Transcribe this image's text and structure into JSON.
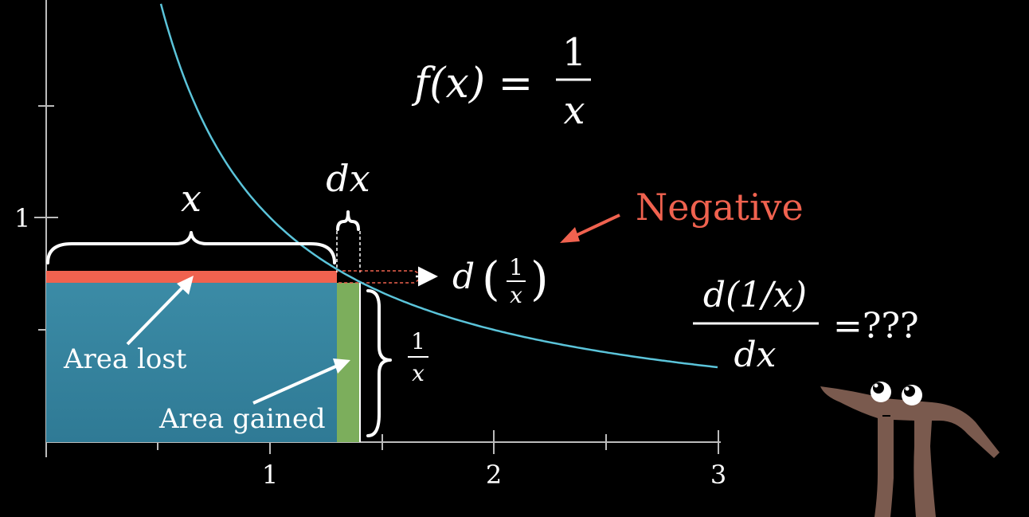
{
  "colors": {
    "background": "#000000",
    "axis": "#bbbbbb",
    "curve": "#5bc4da",
    "area_fill": "#3d8aa4",
    "area_lost": "#f0624f",
    "area_gained": "#7cae5c",
    "negative": "#f0624f",
    "text": "#ffffff",
    "pi_body": "#7a5a4e"
  },
  "function_label": {
    "lhs": "f(x) =",
    "numerator": "1",
    "denominator": "x"
  },
  "axes": {
    "x_ticks": [
      "1",
      "2",
      "3"
    ],
    "y_ticks": [
      "1"
    ]
  },
  "braces": {
    "width_label": "x",
    "dx_label": "dx",
    "height_numerator": "1",
    "height_denominator": "x"
  },
  "d_one_over_x": {
    "d": "d",
    "numerator": "1",
    "denominator": "x"
  },
  "negative_label": "Negative",
  "annotations": {
    "area_lost": "Area lost",
    "area_gained": "Area gained"
  },
  "derivative": {
    "numerator": "d(1/x)",
    "denominator": "dx",
    "rhs": "=???"
  },
  "plot": {
    "x_range": [
      0,
      3
    ],
    "y_range": [
      0,
      2
    ],
    "x_value": 1.3,
    "dx": 0.1,
    "curve_x_range": [
      0.5,
      3.0
    ]
  },
  "mascot": "pi-creature"
}
